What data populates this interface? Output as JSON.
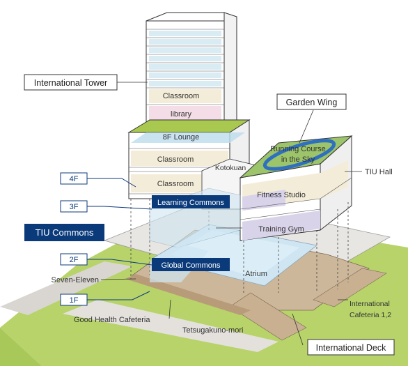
{
  "labels": {
    "international_tower": "International Tower",
    "garden_wing": "Garden Wing",
    "tiu_commons": "TIU Commons",
    "international_deck": "International Deck",
    "floor_4f": "4F",
    "floor_3f": "3F",
    "floor_2f": "2F",
    "floor_1f": "1F",
    "learning_commons": "Learning Commons",
    "global_commons": "Global Commons",
    "seven_eleven": "Seven-Eleven",
    "good_health_cafeteria": "Good Health Cafeteria",
    "tetsugakuno_mori": "Tetsugakuno-mori",
    "tiu_hall": "TIU Hall",
    "international_cafeteria_line1": "International",
    "international_cafeteria_line2": "Cafeteria 1,2",
    "classroom_upper": "Classroom",
    "library": "library",
    "lounge_8f": "8F Lounge",
    "classroom_mid": "Classroom",
    "classroom_lower": "Classroom",
    "kotokuan": "Kotokuan",
    "running_course_line1": "Running Course",
    "running_course_line2": "in the Sky",
    "fitness_studio": "Fitness Studio",
    "training_gym": "Training Gym",
    "atrium": "Atrium"
  },
  "colors": {
    "navy": "#0b3a7a",
    "outline": "#3a3a3a",
    "grass": "#a8c84f",
    "deck": "#cdb79a",
    "floor_tan": "#e6dcc2",
    "glass": "#cfe6f2",
    "lavender": "#d9d3ea",
    "pink": "#f2d7e2",
    "track_blue": "#2f6fc0",
    "green_roof": "#9cc46a"
  }
}
